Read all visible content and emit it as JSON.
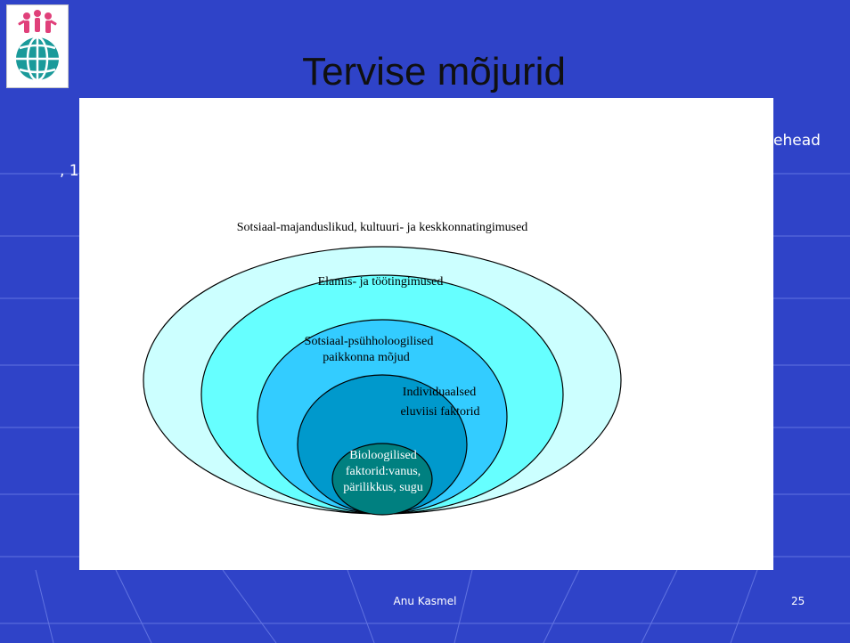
{
  "slide": {
    "title": "Tervise mõjurid",
    "background_fragment_right": "ehead",
    "background_fragment_left": ", 1",
    "footer_author": "Anu Kasmel",
    "page_number": "25"
  },
  "diagram": {
    "rings": [
      {
        "id": "outer",
        "lines": [
          "Sotsiaal-majanduslikud, kultuuri- ja keskkonnatingimused"
        ],
        "color": "#ccffff"
      },
      {
        "id": "living",
        "lines": [
          "Elamis- ja töötingimused"
        ],
        "color": "#66ffff"
      },
      {
        "id": "psychosocial",
        "lines": [
          "Sotsiaal-psühholoogilised",
          "paikkonna mõjud"
        ],
        "color": "#33ccff"
      },
      {
        "id": "individual",
        "lines": [
          "Individuaalsed",
          "eluviisi faktorid"
        ],
        "color": "#0099cc"
      },
      {
        "id": "biological",
        "lines": [
          "Bioloogilised",
          "faktorid:vanus,",
          "pärilikkus, sugu"
        ],
        "color": "#008080"
      }
    ]
  },
  "colors": {
    "slide_background": "#2f43c8",
    "panel_background": "#ffffff"
  }
}
